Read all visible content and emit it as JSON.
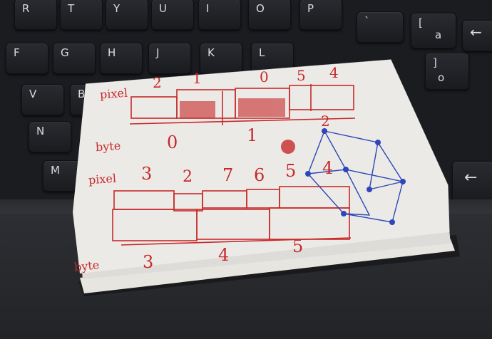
{
  "photo": {
    "keyboard_keys": [
      "R",
      "T",
      "Y",
      "U",
      "I",
      "O",
      "P",
      "F",
      "G",
      "H",
      "J",
      "K",
      "L",
      "V",
      "B",
      "N",
      "M"
    ],
    "keyboard_symbols": [
      "`",
      "[",
      "a",
      "]",
      "o",
      "←"
    ],
    "note": {
      "row1_label": "pixel",
      "row1_pixels": [
        "2",
        "1",
        "0",
        "5",
        "4"
      ],
      "row2_label": "byte",
      "row2_bytes": [
        "0",
        "1"
      ],
      "row3_label": "pixel",
      "row3_pixels": [
        "3",
        "2",
        "7",
        "6",
        "5",
        "4"
      ],
      "row4_label": "byte",
      "row4_bytes": [
        "3",
        "4",
        "5"
      ],
      "cube_label": "2"
    },
    "colors": {
      "ink_red": "#c62a2a",
      "ink_blue": "#2d46b8",
      "paper": "#eceae6",
      "keyboard": "#1c1d21"
    }
  }
}
